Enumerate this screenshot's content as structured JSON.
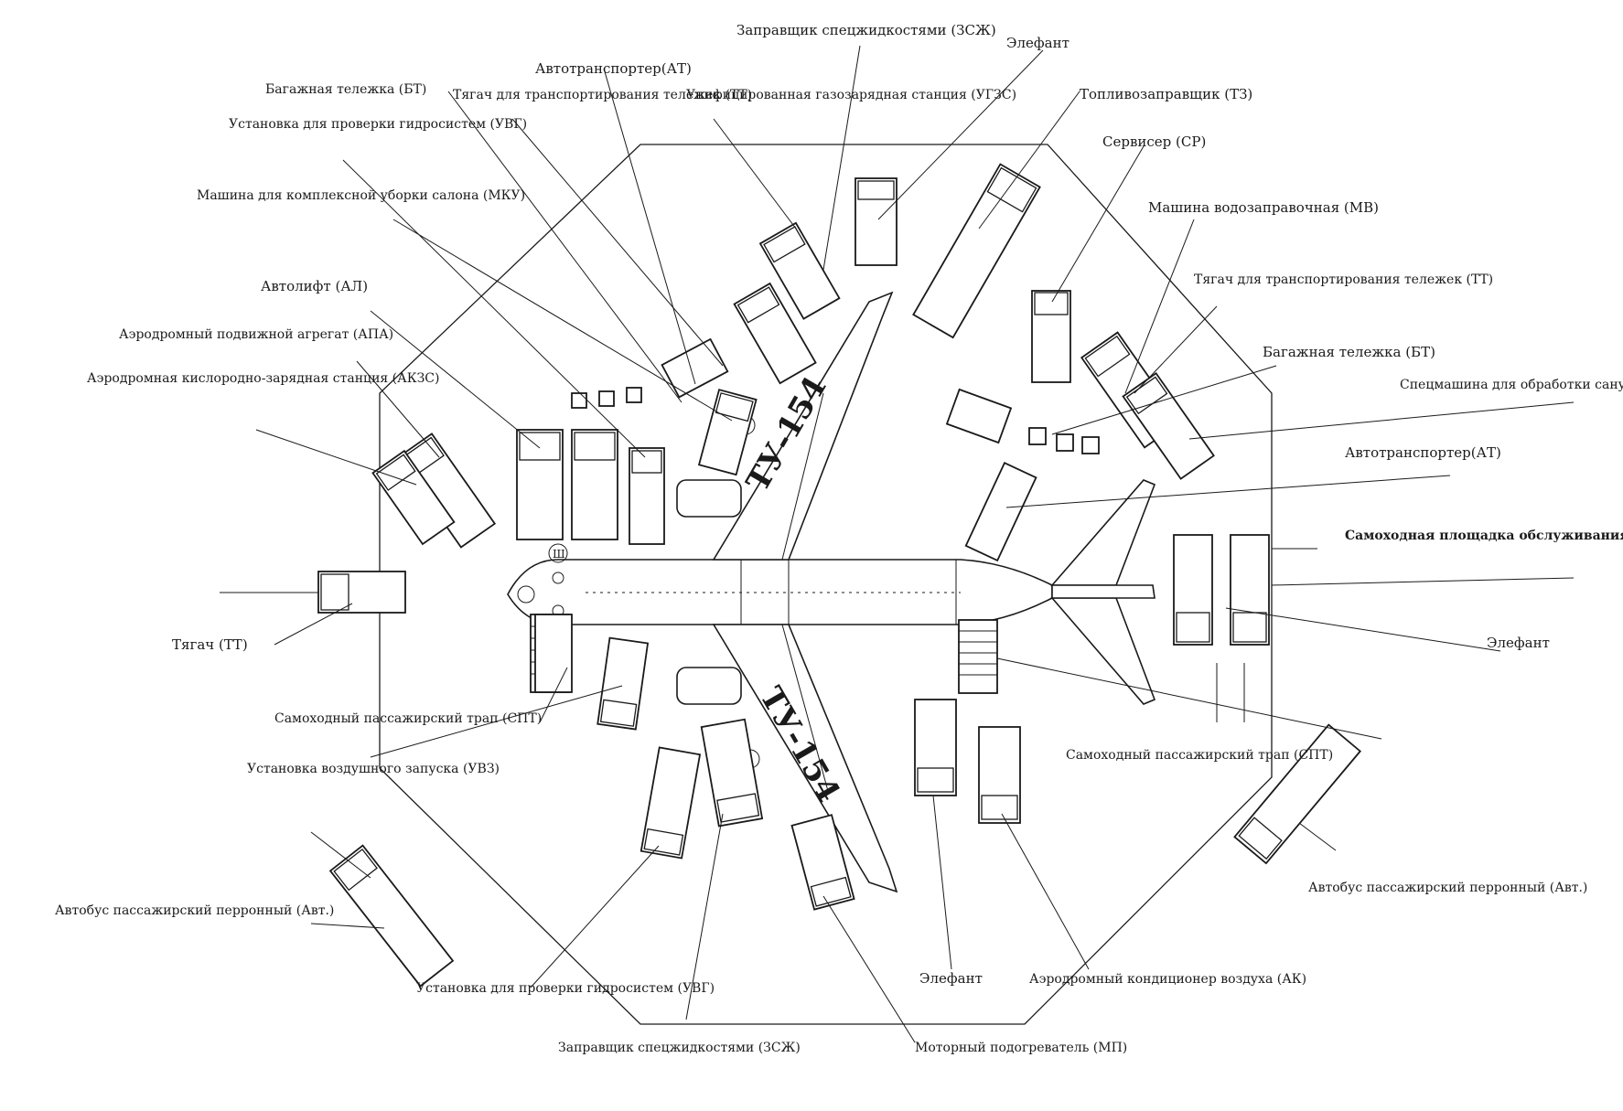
{
  "aircraft": {
    "wing_registration_top": "ТУ-154",
    "wing_registration_bottom": "ТУ-154",
    "chock_label": "Ш"
  },
  "labels": {
    "zsj_top": "Заправщик спецжидкостями (ЗСЖ)",
    "elephant_top": "Элефант",
    "at_top": "Автотранспортер(АТ)",
    "bt_top": "Багажная тележка (БТ)",
    "tt_top": "Тягач для транспортирования тележек (ТТ)",
    "ugzs": "Унифицированная газозарядная станция (УГЗС)",
    "tz": "Топливозаправщик (ТЗ)",
    "sr": "Сервисер (СР)",
    "uvg_top": "Установка для проверки гидросистем (УВГ)",
    "mku": "Машина для комплексной уборки салона (МКУ)",
    "mv": "Машина водозаправочная (МВ)",
    "al": "Автолифт (АЛ)",
    "tt_right": "Тягач для транспортирования тележек (ТТ)",
    "apa": "Аэродромный подвижной агрегат (АПА)",
    "bt_right": "Багажная тележка (БТ)",
    "akzs": "Аэродромная кислородно-зарядная станция (АКЗС)",
    "as": "Спецмашина для обработки санузлов (АС)",
    "at_right": "Автотранспортер(АТ)",
    "spo": "Самоходная площадка обслуживания (СПО)",
    "tt_left": "Тягач (ТТ)",
    "elephant_right": "Элефант",
    "spt_left": "Самоходный пассажирский трап (СПТ)",
    "spt_right": "Самоходный пассажирский трап (СПТ)",
    "uvz": "Установка воздушного запуска (УВЗ)",
    "bus_right": "Автобус пассажирский перронный (Авт.)",
    "bus_left": "Автобус пассажирский перронный (Авт.)",
    "elephant_bottom": "Элефант",
    "ak": "Аэродромный кондиционер воздуха (АК)",
    "uvg_bottom": "Установка для проверки гидросистем (УВГ)",
    "zsj_bottom": "Заправщик спецжидкостями (ЗСЖ)",
    "mp": "Моторный подогреватель (МП)"
  }
}
